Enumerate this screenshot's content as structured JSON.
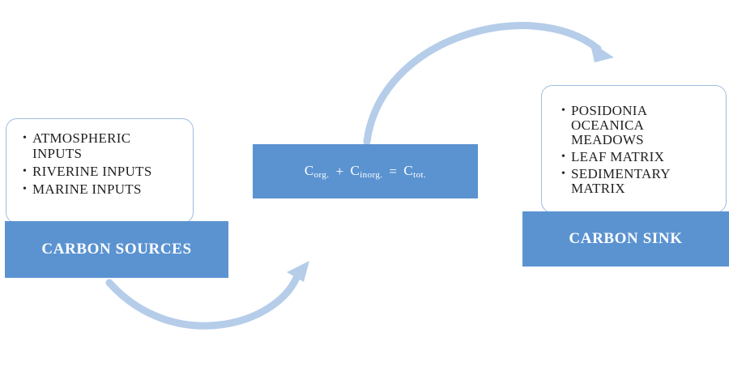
{
  "sources": {
    "title": "CARBON SOURCES",
    "items": [
      "ATMOSPHERIC INPUTS",
      "RIVERINE INPUTS",
      "MARINE INPUTS"
    ]
  },
  "equation": {
    "term1_base": "C",
    "term1_sub": "org.",
    "plus": "+",
    "term2_base": "C",
    "term2_sub": "inorg.",
    "equals": "=",
    "term3_base": "C",
    "term3_sub": "tot."
  },
  "sink": {
    "title": "CARBON SINK",
    "items": [
      "POSIDONIA OCEANICA MEADOWS",
      "LEAF MATRIX",
      "SEDIMENTARY MATRIX"
    ]
  },
  "colors": {
    "box_fill": "#5b93d1",
    "list_border": "#9dbde0",
    "arrow": "#b5cde9"
  }
}
